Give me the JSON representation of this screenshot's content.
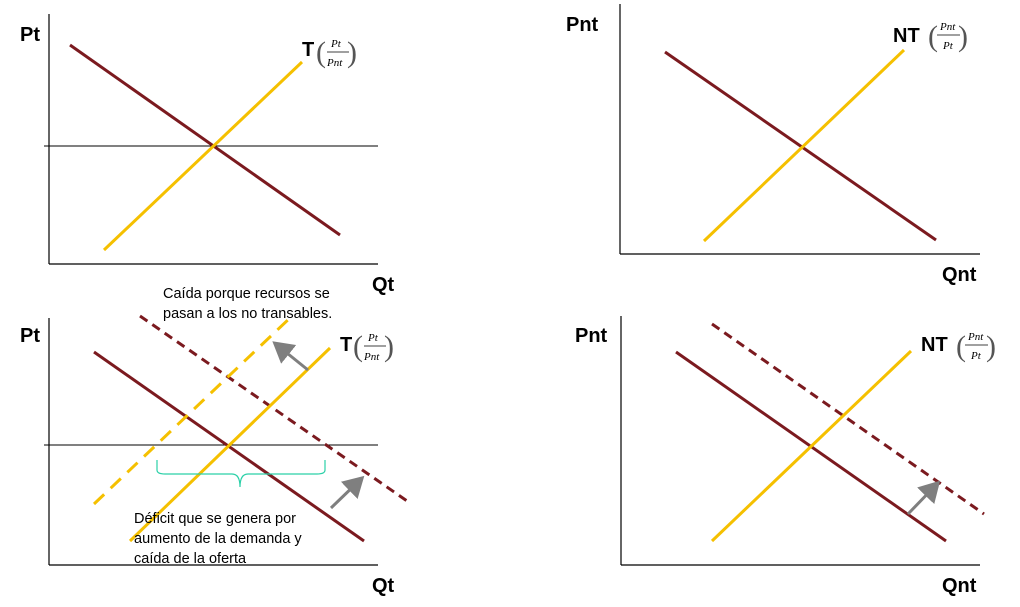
{
  "colors": {
    "demand": "#7b1a1f",
    "supply": "#f5c000",
    "arrow": "#7f7f7f",
    "brace": "#2bd0a8",
    "axis": "#000000"
  },
  "panels": {
    "top_left": {
      "y_label": "Pt",
      "x_label": "Qt",
      "curve_label": "T",
      "frac_num": "Pt",
      "frac_den": "Pnt"
    },
    "top_right": {
      "y_label": "Pnt",
      "x_label": "Qnt",
      "curve_label": "NT",
      "frac_num": "Pnt",
      "frac_den": "Pt"
    },
    "bottom_left": {
      "y_label": "Pt",
      "x_label": "Qt",
      "curve_label": "T",
      "frac_num": "Pt",
      "frac_den": "Pnt",
      "note_top": [
        "Caída porque recursos se",
        "pasan a los no transables."
      ],
      "note_bottom": [
        "Déficit que se genera por",
        "aumento de la demanda y",
        "caída de la oferta"
      ]
    },
    "bottom_right": {
      "y_label": "Pnt",
      "x_label": "Qnt",
      "curve_label": "NT",
      "frac_num": "Pnt",
      "frac_den": "Pt"
    }
  }
}
